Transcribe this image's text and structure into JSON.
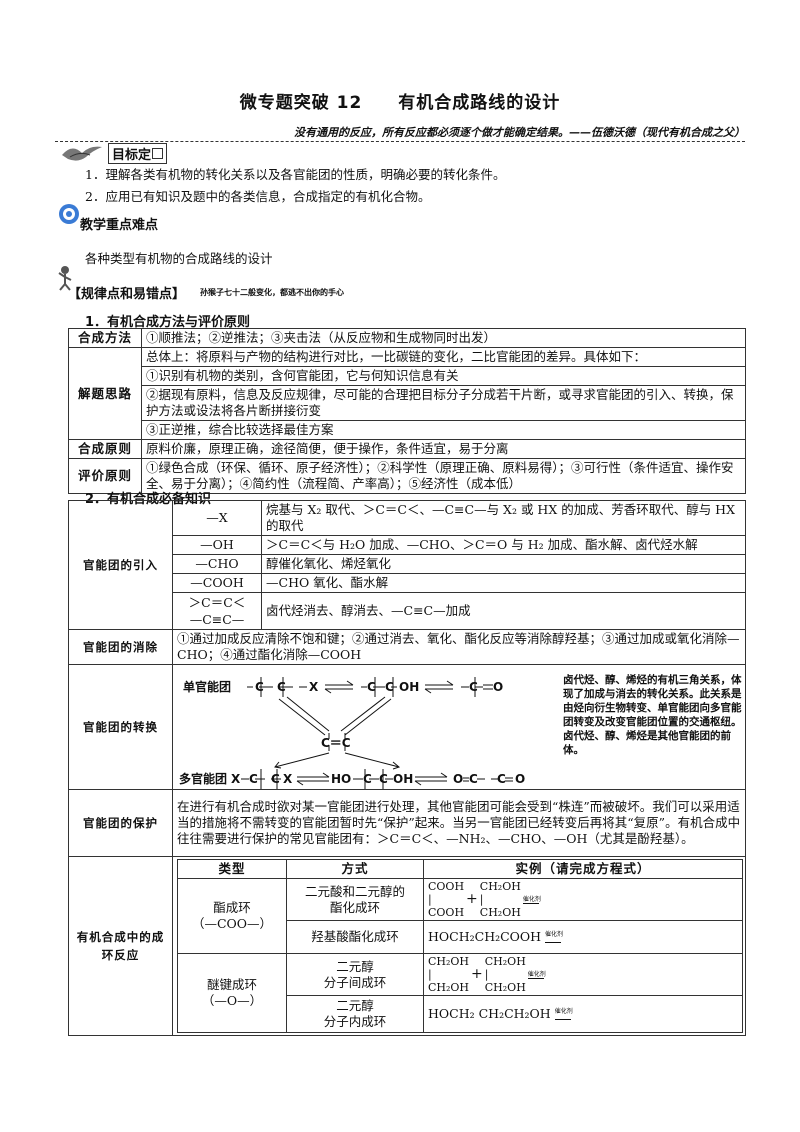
{
  "title": "微专题突破 12　　有机合成路线的设计",
  "quote": "没有通用的反应，所有反应都必须逐个做才能确定结果。——伍德沃德（现代有机合成之父）",
  "goals": {
    "label": "目标定",
    "items": [
      "1．理解各类有机物的转化关系以及各官能团的性质，明确必要的转化条件。",
      "2．应用已有知识及题中的各类信息，合成指定的有机化合物。"
    ]
  },
  "key_points": {
    "label": "教学重点难点",
    "text": "各种类型有机物的合成路线的设计"
  },
  "rules": {
    "label": "【规律点和易错点】",
    "tagline": "孙猴子七十二般变化，都逃不出你的手心"
  },
  "section1": {
    "heading": "1．有机合成方法与评价原则",
    "rows": [
      {
        "label": "合成方法",
        "lines": [
          "①顺推法；②逆推法；③夹击法（从反应物和生成物同时出发）"
        ]
      },
      {
        "label": "解题思路",
        "lines": [
          "总体上：将原料与产物的结构进行对比，一比碳链的变化，二比官能团的差异。具体如下：",
          "①识别有机物的类别，含何官能团，它与何知识信息有关",
          "②据现有原料，信息及反应规律，尽可能的合理把目标分子分成若干片断，或寻求官能团的引入、转换，保护方法或设法将各片断拼接衍变",
          "③正逆推，综合比较选择最佳方案"
        ]
      },
      {
        "label": "合成原则",
        "lines": [
          "原料价廉，原理正确，途径简便，便于操作，条件适宜，易于分离"
        ]
      },
      {
        "label": "评价原则",
        "lines": [
          "①绿色合成（环保、循环、原子经济性）；②科学性（原理正确、原料易得）；③可行性（条件适宜、操作安全、易于分离）；④简约性（流程简、产率高）；⑤经济性（成本低）"
        ]
      }
    ]
  },
  "section2": {
    "heading": "2．有机合成必备知识",
    "intro_label": "官能团的引入",
    "intro_rows": [
      {
        "group": "—X",
        "text": "烷基与 X₂ 取代、＞C＝C＜、—C≡C—与 X₂ 或 HX 的加成、芳香环取代、醇与 HX 的取代"
      },
      {
        "group": "—OH",
        "text": "＞C＝C＜与 H₂O 加成、—CHO、＞C＝O 与 H₂ 加成、酯水解、卤代烃水解"
      },
      {
        "group": "—CHO",
        "text": "醇催化氧化、烯烃氧化"
      },
      {
        "group": "—COOH",
        "text": "—CHO 氧化、酯水解"
      },
      {
        "group": "＞C＝C＜",
        "group2": "—C≡C—",
        "text": "卤代烃消去、醇消去、—C≡C—加成"
      }
    ],
    "elim_label": "官能团的消除",
    "elim_text": "①通过加成反应清除不饱和键；②通过消去、氧化、酯化反应等消除醇羟基；③通过加成或氧化消除—CHO；④通过酯化消除—COOH",
    "conv_label": "官能团的转换",
    "conv": {
      "single_label": "单官能团",
      "multi_label": "多官能团",
      "x_single": "X",
      "oh_single": "OH",
      "o_single": "O",
      "cc": "C＝C",
      "multi_x": "X",
      "multi_ho": "HO",
      "multi_oh": "OH",
      "multi_o": "O",
      "note": "卤代烃、醇、烯烃的有机三角关系，体现了加成与消去的转化关系。此关系是由烃向衍生物转变、单官能团向多官能团转变及改变官能团位置的交通枢纽。卤代烃、醇、烯烃是其他官能团的前体。"
    },
    "prot_label": "官能团的保护",
    "prot_text": "在进行有机合成时欲对某一官能团进行处理，其他官能团可能会受到“株连”而被破坏。我们可以采用适当的措施将不需转变的官能团暂时先“保护”起来。当另一官能团已经转变后再将其“复原”。有机合成中往往需要进行保护的常见官能团有：＞C＝C＜、—NH₂、—CHO、—OH（尤其是酚羟基）。",
    "ring_label": "有机合成中的成环反应",
    "ring_head": [
      "类型",
      "方式",
      "实例（请完成方程式）"
    ],
    "ring_ester": {
      "type": "酯成环",
      "type2": "（—COO—）",
      "m1": "二元酸和二元醇的",
      "m1b": "酯化成环",
      "m2": "羟基酸酯化成环",
      "ex1a": "COOH",
      "ex1b": "COOH",
      "ex1c": "CH₂OH",
      "ex1d": "CH₂OH",
      "ex2": "HOCH₂CH₂COOH",
      "cond": "催化剂"
    },
    "ring_ether": {
      "type": "醚键成环",
      "type2": "（—O—）",
      "m1": "二元醇",
      "m1b": "分子间成环",
      "m2": "二元醇",
      "m2b": "分子内成环",
      "ex1a": "CH₂OH",
      "ex1b": "CH₂OH",
      "ex1c": "CH₂OH",
      "ex1d": "CH₂OH",
      "ex2": "HOCH₂ CH₂CH₂OH",
      "cond": "催化剂"
    },
    "plus": "+"
  }
}
